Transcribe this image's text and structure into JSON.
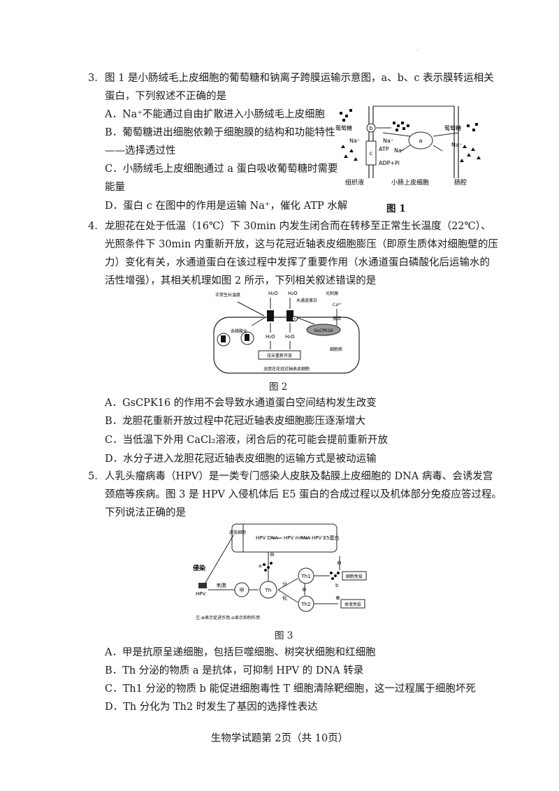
{
  "header_mark": "·",
  "q3": {
    "number": "3.",
    "stem_lines": [
      "图 1 是小肠绒毛上皮细胞的葡萄糖和钠离子跨膜运输示意图，a、b、c 表示膜转运相关",
      "蛋白，下列叙述不正确的是"
    ],
    "options": [
      [
        "A．Na⁺不能通过自由扩散进入小肠绒毛上皮细胞"
      ],
      [
        "B．葡萄糖进出细胞依赖于细胞膜的结构和功能特性",
        "——选择透过性"
      ],
      [
        "C．小肠绒毛上皮细胞通过 a 蛋白吸收葡萄糖时需要",
        "能量"
      ],
      [
        "D．蛋白 c 在图中的作用是运输 Na⁺，催化 ATP 水解"
      ]
    ],
    "figure": {
      "caption": "图 1",
      "label_glucose_left": "葡萄糖",
      "label_glucose_right": "葡萄糖",
      "label_na": "Na⁺",
      "label_b": "b",
      "label_c": "c",
      "label_a": "a",
      "label_atp": "ATP",
      "label_adp": "ADP+Pi",
      "label_tissue": "组织液",
      "label_cell": "小肠上皮细胞",
      "label_lumen": "肠腔"
    }
  },
  "q4": {
    "number": "4.",
    "stem_lines": [
      "龙胆花在处于低温（16℃）下 30min 内发生闭合而在转移至正常生长温度（22℃）、",
      "光照条件下 30min 内重新开放，这与花冠近轴表皮细胞膨压（即原生质体对细胞壁的压",
      "力）变化有关，水通道蛋白在该过程中发挥了重要作用（水通道蛋白磷酸化后运输水的",
      "活性增强），其相关机理如图 2 所示，下列相关叙述错误的是"
    ],
    "figure": {
      "caption": "图 2",
      "label_temp": "正常生长温度",
      "label_h2o_1": "H₂O",
      "label_h2o_2": "H₂O",
      "label_h2o_3": "H₂O",
      "label_h2o_4": "H₂O",
      "label_aquaporin": "水通道蛋白",
      "label_light": "光刺激",
      "label_ca": "Ca²⁺",
      "label_activate": "激活",
      "label_gscpk": "GsCPK16",
      "label_vesicle": "去磷酸化",
      "label_p": "P",
      "label_reopen": "花朵重新开放",
      "label_vacuole": "细胞质",
      "label_cellname": "龙胆花花冠近轴表皮细胞"
    },
    "options": [
      "A．GsCPK16 的作用不会导致水通道蛋白空间结构发生改变",
      "B．龙胆花重新开放过程中花冠近轴表皮细胞膨压逐渐增大",
      "C．当低温下外用 CaCl₂溶液，闭合后的花可能会提前重新开放",
      "D．水分子进入龙胆花冠近轴表皮细胞的运输方式是被动运输"
    ]
  },
  "q5": {
    "number": "5.",
    "stem_lines": [
      "人乳头瘤病毒（HPV）是一类专门感染人皮肤及黏膜上皮细胞的 DNA 病毒、会诱发宫",
      "颈癌等疾病。图 3 是 HPV 入侵机体后 E5 蛋白的合成过程以及机体部分免疫应答过程。",
      "下列说法正确的是"
    ],
    "figure": {
      "caption": "图 3",
      "label_skin": "皮肤细胞",
      "label_hpv_dna": "HPV DNA",
      "label_hpv_mrna": "HPV mRNA",
      "label_hpv_e5": "HPV E5蛋白",
      "label_infect": "侵染",
      "label_stimulate": "刺激",
      "label_hpv": "HPV",
      "label_jia": "甲",
      "label_th": "Th",
      "label_th1": "Th1",
      "label_th2": "Th2",
      "label_a": "a",
      "label_b": "b",
      "label_fen": "分",
      "label_hua": "化",
      "label_cell_immunity": "细胞免疫",
      "label_humoral": "体液免疫",
      "label_minus": "⊖",
      "label_plus": "⊕",
      "note": "注:⊕表示促进作用,⊖表示抑制作用"
    },
    "options": [
      "A．甲是抗原呈递细胞，包括巨噬细胞、树突状细胞和红细胞",
      "B．Th 分泌的物质 a 是抗体，可抑制 HPV 的 DNA 转录",
      "C．Th1 分泌的物质 b 能促进细胞毒性 T 细胞清除靶细胞，这一过程属于细胞坏死",
      "D．Th 分化为 Th2 时发生了基因的选择性表达"
    ]
  },
  "footer": "生物学试题第 2页（共 10页）"
}
